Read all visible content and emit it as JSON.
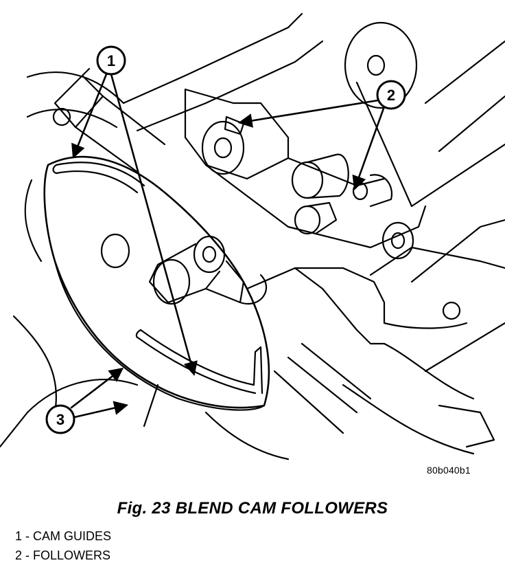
{
  "diagram": {
    "callouts": [
      {
        "number": "1",
        "label": "CAM GUIDES"
      },
      {
        "number": "2",
        "label": "FOLLOWERS"
      },
      {
        "number": "3",
        "label": ""
      }
    ],
    "figure_code": "80b040b1"
  },
  "caption": {
    "title": "Fig. 23 BLEND CAM FOLLOWERS"
  },
  "legend": {
    "items": [
      "1 - CAM GUIDES",
      "2 - FOLLOWERS"
    ]
  }
}
